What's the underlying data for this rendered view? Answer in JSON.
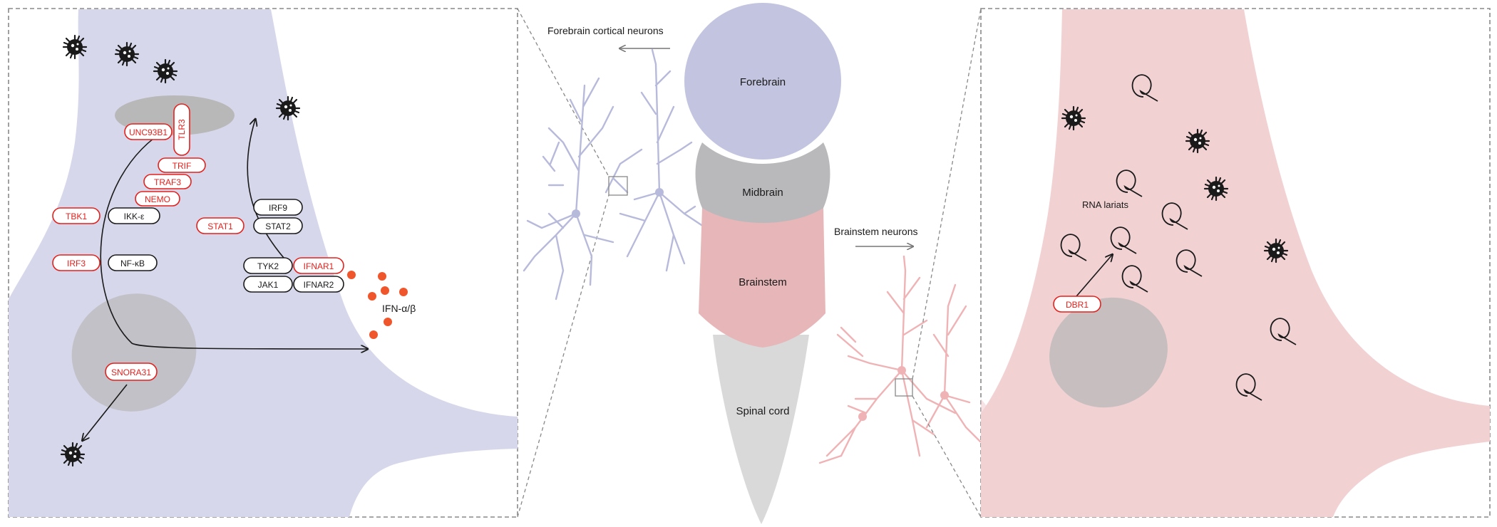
{
  "colors": {
    "forebrain": "#c3c5e0",
    "midbrain": "#b9b9bb",
    "brainstem": "#e7b6b8",
    "spinal": "#d9d9da",
    "left_cell": "#d6d7ea",
    "right_cell": "#f2d1d3",
    "nucleus": "#b8b8b8",
    "red": "#e3211d",
    "ifn_dot": "#f0562c",
    "text": "#1a1a1a",
    "left_neuron": "#b8badb",
    "right_neuron": "#f0b3b5"
  },
  "brain": {
    "forebrain": "Forebrain",
    "midbrain": "Midbrain",
    "brainstem": "Brainstem",
    "spinal": "Spinal cord"
  },
  "labels": {
    "forebrain_neurons": "Forebrain cortical neurons",
    "brainstem_neurons": "Brainstem neurons",
    "ifn": "IFN-α/β",
    "rna_lariats": "RNA lariats"
  },
  "left_proteins": {
    "unc93b1": "UNC93B1",
    "tlr3": "TLR3",
    "trif": "TRIF",
    "traf3": "TRAF3",
    "nemo": "NEMO",
    "tbk1": "TBK1",
    "ikke": "IKK-ε",
    "irf3": "IRF3",
    "nfkb": "NF-κB",
    "snora31": "SNORA31",
    "stat1": "STAT1",
    "irf9": "IRF9",
    "stat2": "STAT2",
    "tyk2": "TYK2",
    "ifnar1": "IFNAR1",
    "jak1": "JAK1",
    "ifnar2": "IFNAR2"
  },
  "right_proteins": {
    "dbr1": "DBR1"
  }
}
